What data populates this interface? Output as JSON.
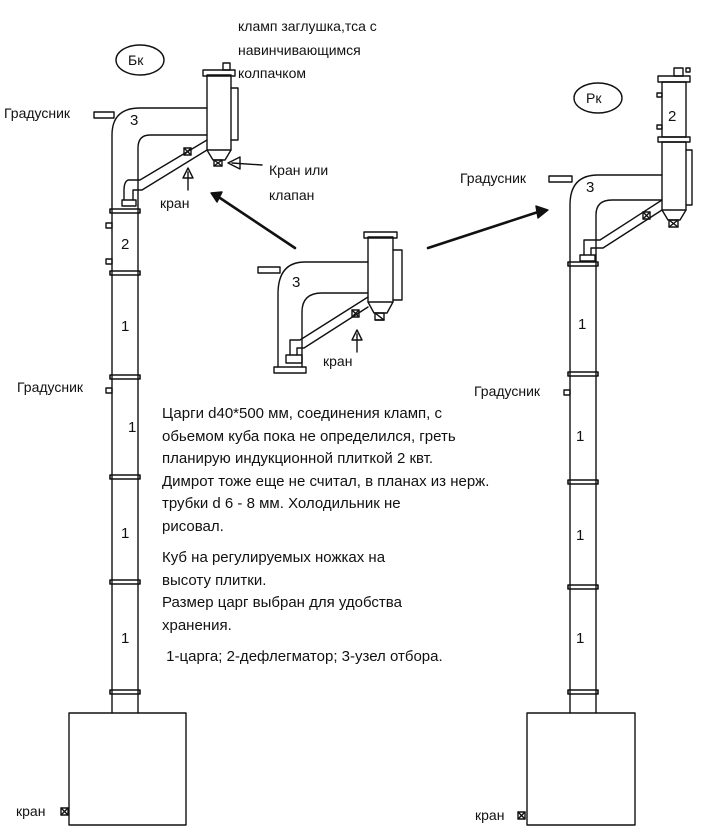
{
  "left_column": {
    "badge": "Бк",
    "thermometer_top": "Градусник",
    "thermometer_mid": "Градусник",
    "top_note_lines": [
      "кламп заглушка,тса с",
      "навинчивающимся",
      "колпачком"
    ],
    "valve_or_clamp_lines": [
      "Кран или",
      "клапан"
    ],
    "valve": "кран",
    "bottom_valve": "кран",
    "section_numbers": [
      "3",
      "2",
      "1",
      "1",
      "1",
      "1"
    ]
  },
  "middle_detail": {
    "section_number": "3",
    "valve": "кран"
  },
  "right_column": {
    "badge": "Рк",
    "thermometer_top": "Градусник",
    "thermometer_mid": "Градусник",
    "bottom_valve": "кран",
    "section_numbers": [
      "2",
      "3",
      "1",
      "1",
      "1",
      "1"
    ]
  },
  "notes": {
    "lines": [
      "Царги d40*500 мм,  соединения кламп, с",
      "обьемом куба пока не определился, греть",
      "планирую индукционной плиткой 2 квт.",
      "Димрот тоже еще не считал, в планах из нерж.",
      "трубки d 6 - 8 мм. Холодильник не",
      "рисовал."
    ],
    "lines2": [
      "Куб на регулируемых ножках на",
      "высоту плитки.",
      "Размер царг выбран для удобства",
      "хранения."
    ],
    "legend": " 1-царга; 2-дефлегматор; 3-узел отбора."
  }
}
